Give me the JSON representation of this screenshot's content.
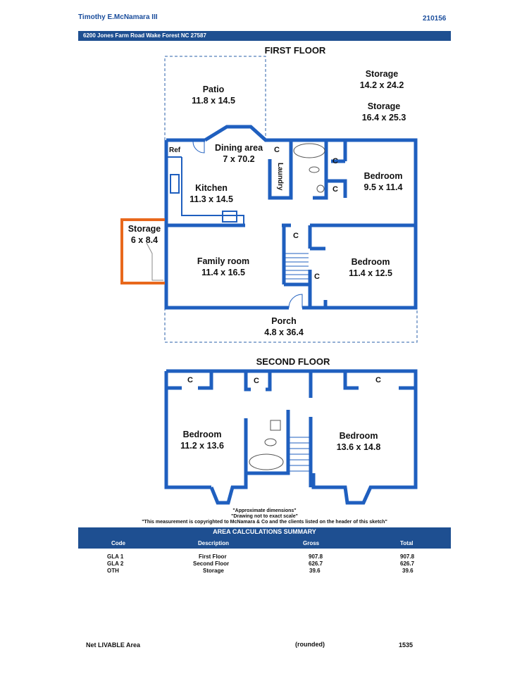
{
  "header": {
    "owner": "Timothy E.McNamara  III",
    "id": "210156",
    "address": "6200 Jones Farm Road Wake Forest NC 27587"
  },
  "first_floor": {
    "title": "FIRST FLOOR",
    "rooms": {
      "patio": {
        "name": "Patio",
        "dims": "11.8 x 14.5"
      },
      "storage_a": {
        "name": "Storage",
        "dims": "14.2 x 24.2"
      },
      "storage_b": {
        "name": "Storage",
        "dims": "16.4 x 25.3"
      },
      "dining": {
        "name": "Dining area",
        "dims": "7 x 70.2"
      },
      "kitchen": {
        "name": "Kitchen",
        "dims": "11.3 x 14.5"
      },
      "bedroom1": {
        "name": "Bedroom",
        "dims": "9.5 x 11.4"
      },
      "storage_c": {
        "name": "Storage",
        "dims": "6 x 8.4"
      },
      "family": {
        "name": "Family room",
        "dims": "11.4 x 16.5"
      },
      "bedroom2": {
        "name": "Bedroom",
        "dims": "11.4 x 12.5"
      },
      "porch": {
        "name": "Porch",
        "dims": "4.8 x 36.4"
      }
    },
    "ref_label": "Ref",
    "laundry_label": "Laundry",
    "closet_label": "C"
  },
  "second_floor": {
    "title": "SECOND FLOOR",
    "rooms": {
      "bedroom_left": {
        "name": "Bedroom",
        "dims": "11.2 x 13.6"
      },
      "bedroom_right": {
        "name": "Bedroom",
        "dims": "13.6 x 14.8"
      }
    },
    "closet_label": "C"
  },
  "notes": [
    "\"Approximate dimensions\"",
    "\"Drawing not to exact scale\"",
    "\"This measurement is copyrighted to McNamara & Co and the clients listed on the header of this sketch\""
  ],
  "summary": {
    "title": "AREA CALCULATIONS SUMMARY",
    "columns": [
      "Code",
      "Description",
      "Gross",
      "Total"
    ],
    "rows": [
      {
        "code": "GLA 1",
        "description": "First Floor",
        "gross": "907.8",
        "total": "907.8"
      },
      {
        "code": "GLA 2",
        "description": "Second Floor",
        "gross": "626.7",
        "total": "626.7"
      },
      {
        "code": "OTH",
        "description": "Storage",
        "gross": "39.6",
        "total": "39.6"
      }
    ]
  },
  "footer": {
    "net_label": "Net LIVABLE Area",
    "rounded_label": "(rounded)",
    "net_value": "1535"
  },
  "colors": {
    "wall": "#1f5fbf",
    "storage_wall": "#e8681c",
    "bar": "#1e4f91"
  }
}
